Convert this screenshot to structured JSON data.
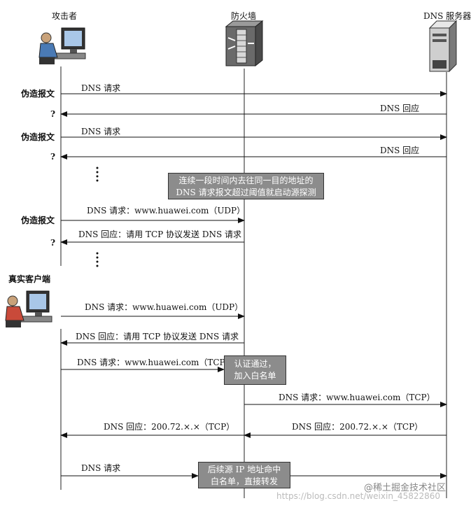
{
  "participants": {
    "attacker": "攻击者",
    "firewall": "防火墙",
    "dns_server": "DNS 服务器",
    "real_client": "真实客户端"
  },
  "side_labels": {
    "forged1": "伪造报文",
    "q1": "?",
    "forged2": "伪造报文",
    "q2": "?",
    "forged3": "伪造报文",
    "q3": "?"
  },
  "messages": [
    {
      "text": "DNS 请求"
    },
    {
      "text": "DNS 回应"
    },
    {
      "text": "DNS 请求"
    },
    {
      "text": "DNS 回应"
    },
    {
      "text": "DNS 请求：www.huawei.com（UDP）"
    },
    {
      "text": "DNS 回应：请用 TCP 协议发送 DNS 请求"
    },
    {
      "text": "DNS 请求：www.huawei.com（UDP）"
    },
    {
      "text": "DNS 回应：请用 TCP 协议发送 DNS 请求"
    },
    {
      "text": "DNS 请求：www.huawei.com（TCP）"
    },
    {
      "text": "DNS 请求：www.huawei.com（TCP）"
    },
    {
      "text": "DNS 回应：200.72.×.×（TCP）"
    },
    {
      "text": "DNS 回应：200.72.×.×（TCP）"
    },
    {
      "text": "DNS 请求"
    }
  ],
  "notes": {
    "threshold_line1": "连续一段时间内去往同一目的地址的",
    "threshold_line2": "DNS 请求报文超过阈值就启动源探测",
    "auth_line1": "认证通过，",
    "auth_line2": "加入白名单",
    "follow_line1": "后续源 IP 地址命中",
    "follow_line2": "白名单，直接转发"
  },
  "watermark": "@稀土掘金技术社区",
  "watermark_url": "https://blog.csdn.net/weixin_45822860"
}
